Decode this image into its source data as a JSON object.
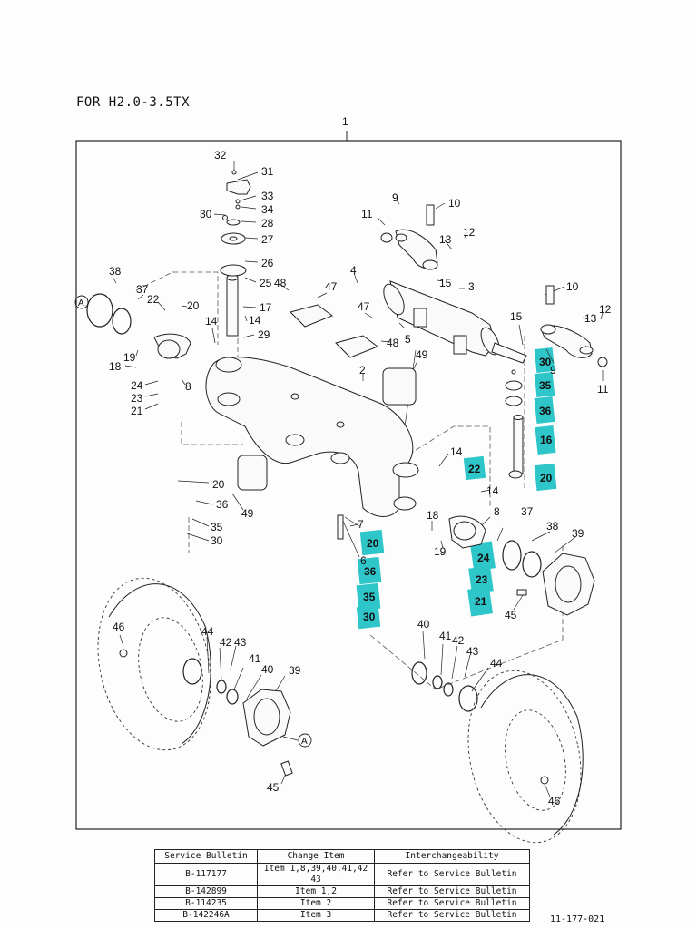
{
  "document": {
    "model_title": "FOR H2.0-3.5TX",
    "assembly_number": "1",
    "doc_code": "11-177-021"
  },
  "callouts": {
    "c1": "1",
    "c2": "2",
    "c3": "3",
    "c4": "4",
    "c5": "5",
    "c6": "6",
    "c7": "7",
    "c8": "8",
    "c9": "9",
    "c10": "10",
    "c11": "11",
    "c12": "12",
    "c13": "13",
    "c14": "14",
    "c15": "15",
    "c16": "16",
    "c17": "17",
    "c18": "18",
    "c19": "19",
    "c20": "20",
    "c21": "21",
    "c22": "22",
    "c23": "23",
    "c24": "24",
    "c25": "25",
    "c26": "26",
    "c27": "27",
    "c28": "28",
    "c29": "29",
    "c30": "30",
    "c31": "31",
    "c32": "32",
    "c33": "33",
    "c34": "34",
    "c35": "35",
    "c36": "36",
    "c37": "37",
    "c38": "38",
    "c39": "39",
    "c40": "40",
    "c41": "41",
    "c42": "42",
    "c43": "43",
    "c44": "44",
    "c45": "45",
    "c46": "46",
    "c47": "47",
    "c48": "48",
    "c49": "49",
    "ref_a": "A"
  },
  "highlight_color": "#18c1c4",
  "service_bulletin_table": {
    "headers": [
      "Service Bulletin",
      "Change Item",
      "Interchangeability"
    ],
    "rows": [
      {
        "bulletin": "B-117177",
        "change_item": "Item 1,8,39,40,41,42 43",
        "interchangeability": "Refer to Service Bulletin"
      },
      {
        "bulletin": "B-142899",
        "change_item": "Item 1,2",
        "interchangeability": "Refer to Service Bulletin"
      },
      {
        "bulletin": "B-114235",
        "change_item": "Item 2",
        "interchangeability": "Refer to Service Bulletin"
      },
      {
        "bulletin": "B-142246A",
        "change_item": "Item 3",
        "interchangeability": "Refer to Service Bulletin"
      }
    ]
  }
}
